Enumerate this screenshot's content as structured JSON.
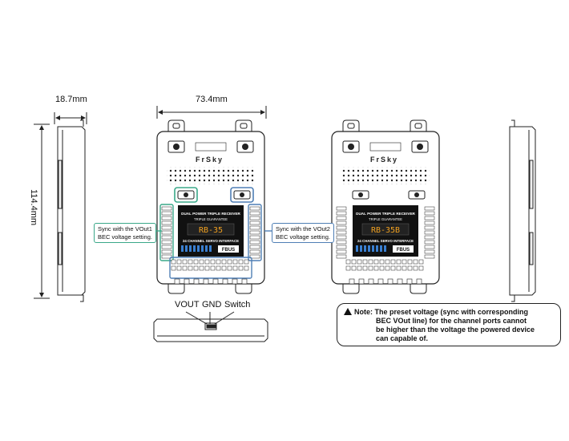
{
  "dimensions": {
    "thickness": "18.7mm",
    "width": "73.4mm",
    "height": "114.4mm"
  },
  "connector_labels": {
    "vout": "VOUT",
    "gnd": "GND",
    "switch": "Switch"
  },
  "callouts": {
    "left": {
      "line1": "Sync with the VOut1",
      "line2": "BEC voltage setting.",
      "color": "#3aa889"
    },
    "right": {
      "line1": "Sync with the VOut2",
      "line2": "BEC voltage setting.",
      "color": "#4f7fb5"
    }
  },
  "device_left": {
    "brand": "FrSky",
    "model_display": "RB-35",
    "line1": "DUAL POWER TRIPLE RECEIVER",
    "line2": "TRIPLE GUARANTEE",
    "line3": "24 CHANNEL SERVO INTERFACE",
    "fbus": "FBUS"
  },
  "device_right": {
    "brand": "FrSky",
    "model_display": "RB-35B",
    "line1": "DUAL POWER TRIPLE RECEIVER",
    "line2": "TRIPLE GUARANTEE",
    "line3": "24 CHANNEL SERVO INTERFACE",
    "fbus": "FBUS"
  },
  "note": {
    "line1": "Note: The preset voltage (sync with corresponding",
    "line2": "BEC VOut line) for the channel ports cannot",
    "line3": "be higher than the voltage the powered device",
    "line4": "can capable of."
  },
  "colors": {
    "outline": "#222222",
    "screen_bg": "#111111",
    "screen_text": "#f0a020",
    "highlight_green": "#3aa889",
    "highlight_blue": "#4f7fb5"
  }
}
